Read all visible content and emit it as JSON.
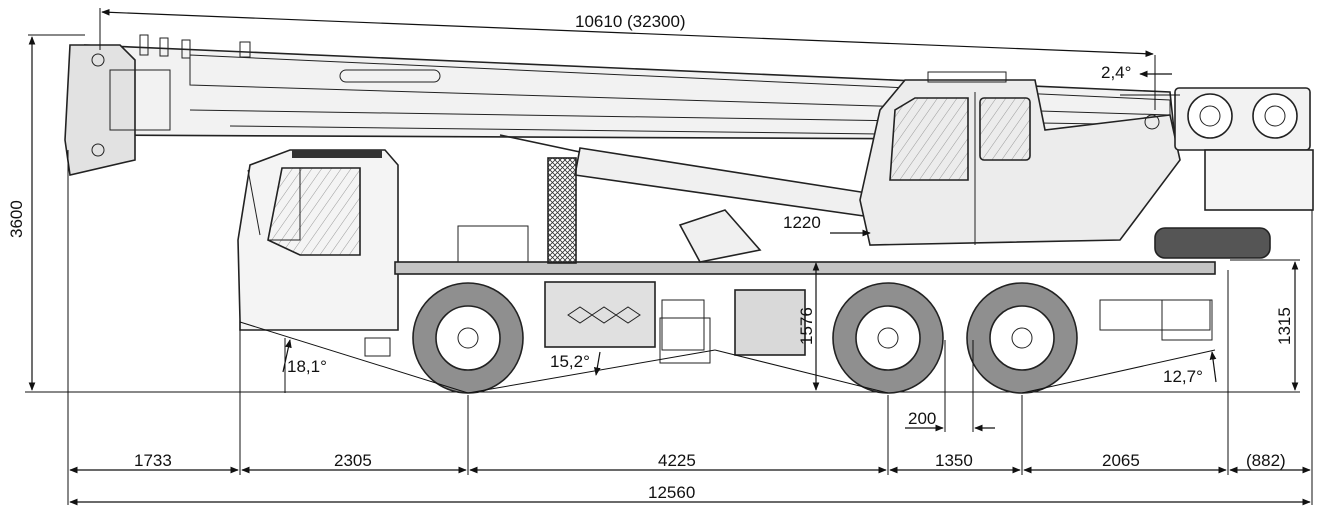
{
  "colors": {
    "line": "#111111",
    "body_fill": "#e8e8e8",
    "body_light": "#f4f4f4",
    "chassis_fill": "#bdbdbd",
    "tire_fill": "#8c8c8c",
    "glass_fill": "#cfcfcf"
  },
  "dimensions": {
    "boom_length": "10610 (32300)",
    "boom_angle": "2,4°",
    "overall_height": "3600",
    "cabin_base_height": "1220",
    "frame_height_mid": "1576",
    "frame_height_rear": "1315",
    "approach_angle": "18,1°",
    "ramp_angle": "15,2°",
    "departure_angle": "12,7°",
    "axle_offset": "200",
    "front_overhang": "1733",
    "wheelbase_1": "2305",
    "wheelbase_2": "4225",
    "wheelbase_3": "1350",
    "rear_to_axle": "2065",
    "rear_overhang": "(882)",
    "overall_length": "12560"
  }
}
